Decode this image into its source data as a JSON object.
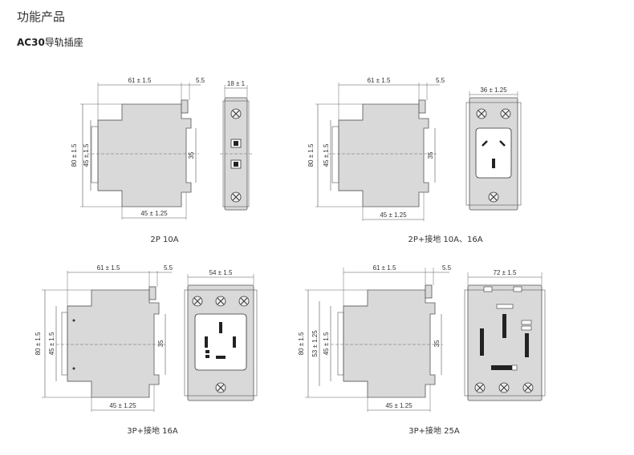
{
  "header": {
    "title": "功能产品",
    "subtitle_bold": "AC30",
    "subtitle_rest": "导轨插座"
  },
  "views": [
    {
      "caption": "2P 10A",
      "dim_top": "61 ± 1.5",
      "dim_small": "5.5",
      "dim_height": "80 ± 1.5",
      "dim_inner": "45 ± 1.5",
      "dim_rail": "35",
      "dim_bottom": "45 ± 1.25",
      "front_width": "18 ± 1"
    },
    {
      "caption": "2P+接地 10A、16A",
      "dim_top": "61 ± 1.5",
      "dim_small": "5.5",
      "dim_height": "80 ± 1.5",
      "dim_inner": "45 ± 1.5",
      "dim_rail": "35",
      "dim_bottom": "45 ± 1.25",
      "front_width": "36 ± 1.25"
    },
    {
      "caption": "3P+接地 16A",
      "dim_top": "61 ± 1.5",
      "dim_small": "5.5",
      "dim_height": "80 ± 1.5",
      "dim_inner": "45 ± 1.5",
      "dim_rail": "35",
      "dim_bottom": "45 ± 1.25",
      "front_width": "54 ± 1.5"
    },
    {
      "caption": "3P+接地 25A",
      "dim_top": "61 ± 1.5",
      "dim_small": "5.5",
      "dim_height": "80 ± 1.5",
      "dim_inner": "45 ± 1.5",
      "dim_inner2": "53 ± 1.25",
      "dim_rail": "35",
      "dim_bottom": "45 ± 1.25",
      "front_width": "72 ± 1.5"
    }
  ]
}
